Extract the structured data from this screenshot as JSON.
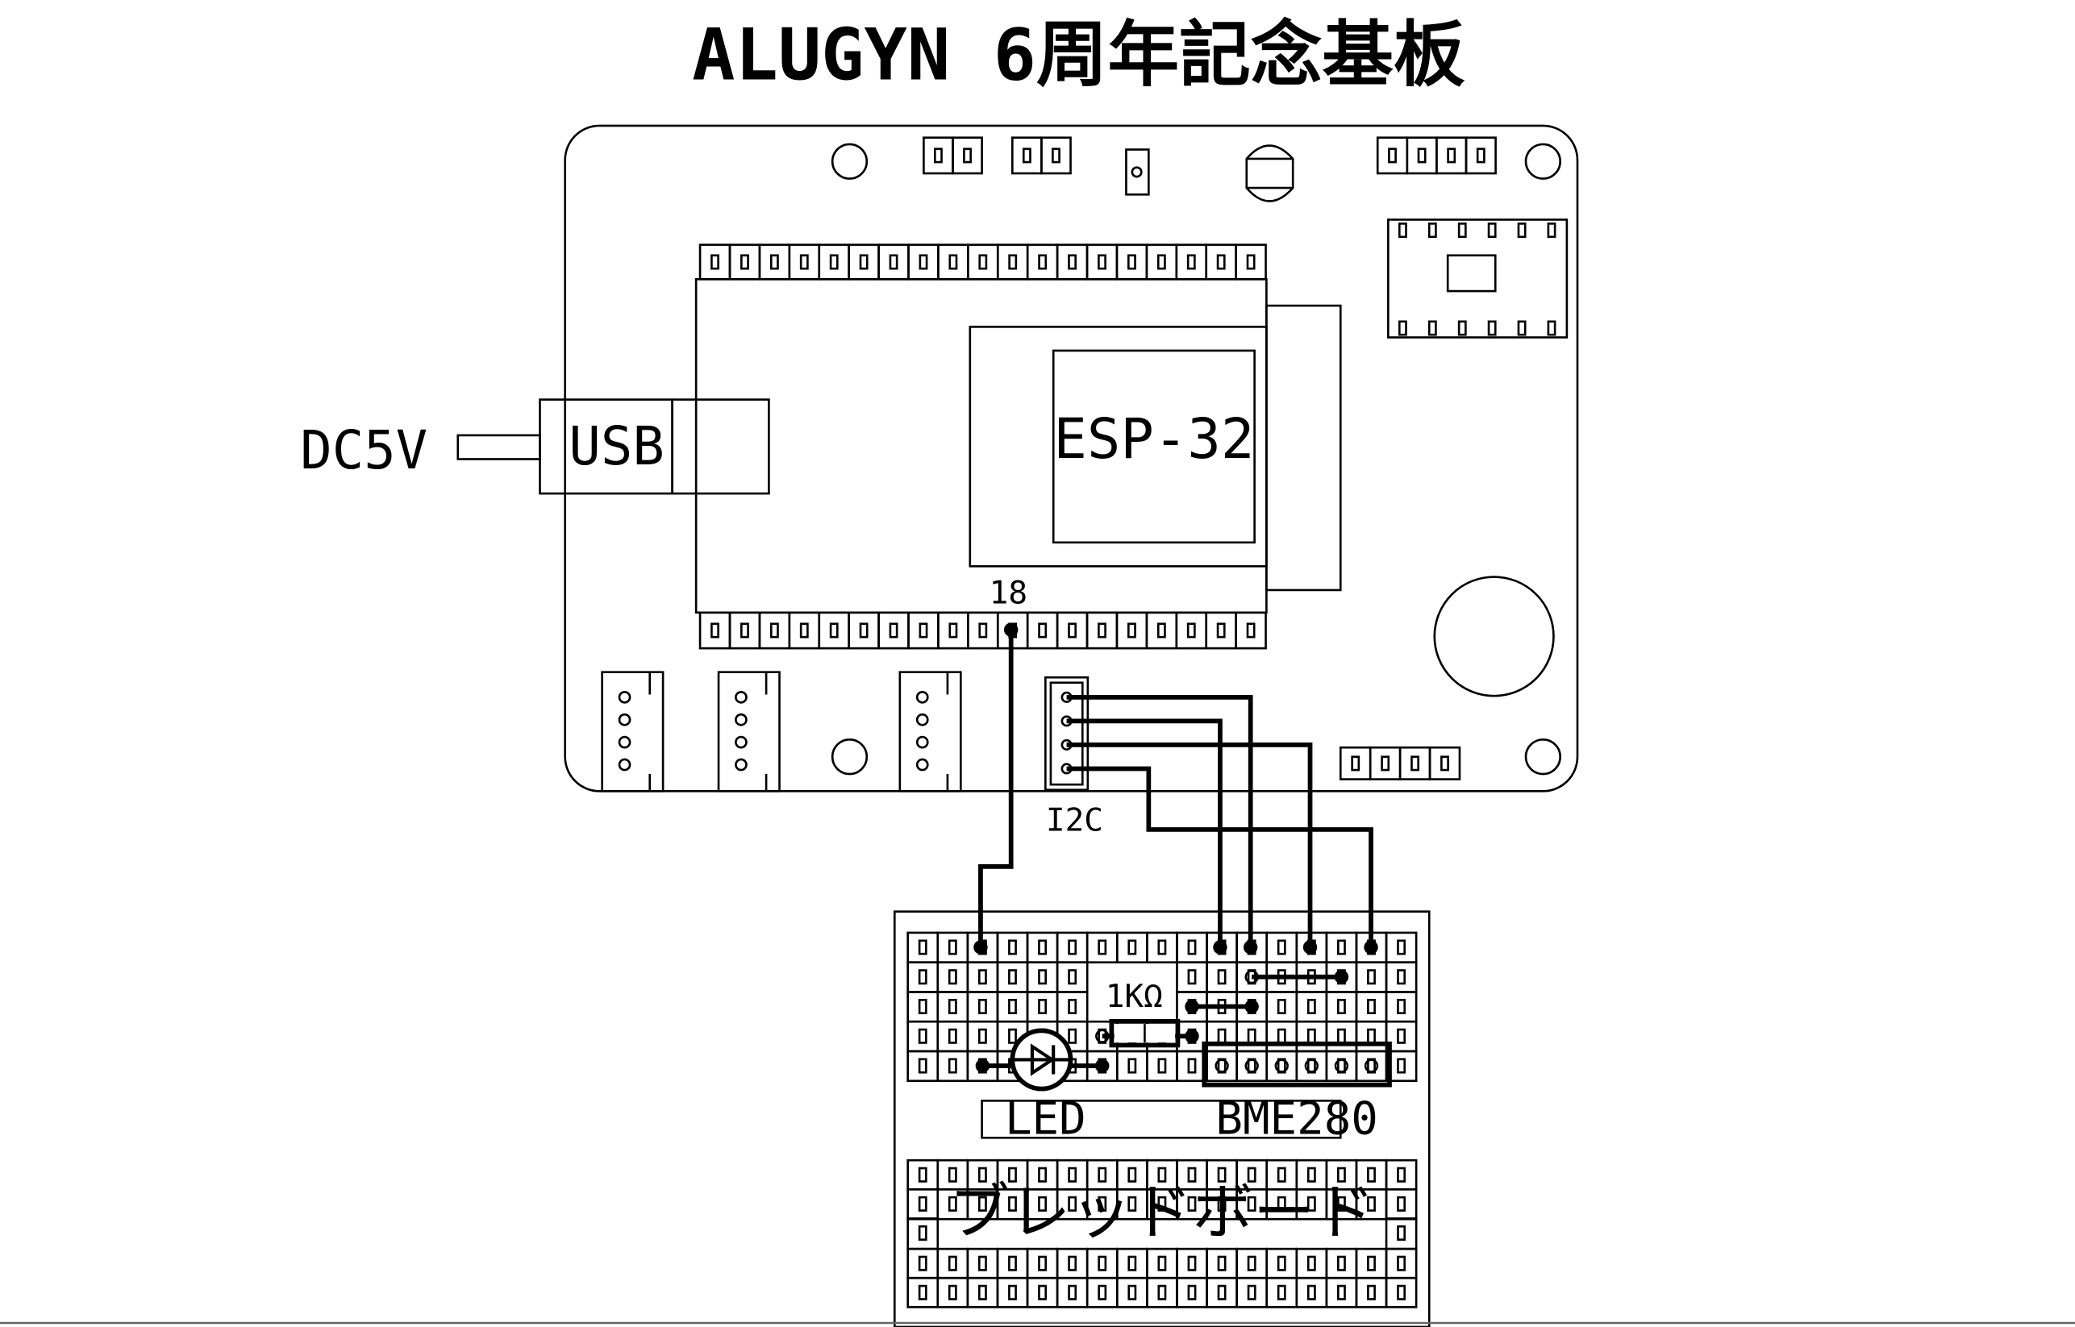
{
  "title": "ALUGYN 6周年記念基板",
  "labels": {
    "power": "DC5V",
    "usb": "USB",
    "module": "ESP-32",
    "pin": "18",
    "i2c": "I2C",
    "resistor": "1KΩ",
    "led": "LED",
    "sensor": "BME280",
    "breadboard": "ブレッドボード"
  },
  "colors": {
    "line": "#000000",
    "background": "#ffffff"
  }
}
